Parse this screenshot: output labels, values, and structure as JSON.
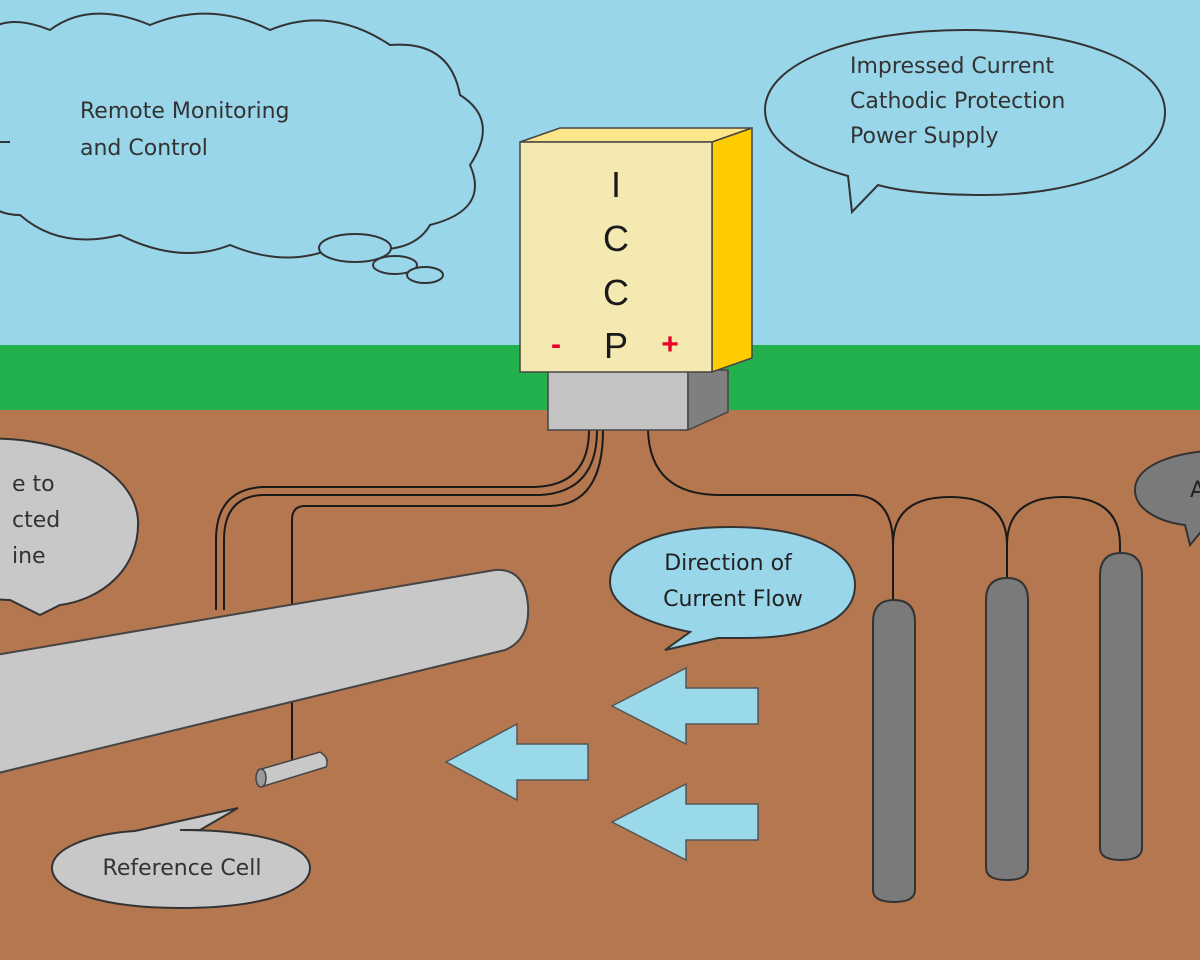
{
  "labels": {
    "remote_monitoring": [
      "Remote Monitoring",
      "and Control"
    ],
    "power_supply": [
      "Impressed Current",
      "Cathodic Protection",
      "Power Supply"
    ],
    "pipeline": [
      "e to",
      "cted",
      "ine"
    ],
    "current_flow": [
      "Direction of",
      "Current Flow"
    ],
    "reference_cell": "Reference Cell",
    "anode_partial": "A"
  },
  "box": {
    "letters": [
      "I",
      "C",
      "C",
      "P"
    ],
    "negative": "-",
    "positive": "+"
  },
  "colors": {
    "sky": "#99d6ea",
    "ground_grass": "#22b14c",
    "soil": "#b5774f",
    "box_face": "#f4e9b0",
    "box_side": "#ffcc00",
    "base": "#c3c3c3",
    "pipe": "#c8c8c8",
    "anode": "#7a7a7a",
    "arrow": "#99d9ea",
    "negative": "#e8002a",
    "positive": "#e8002a"
  }
}
